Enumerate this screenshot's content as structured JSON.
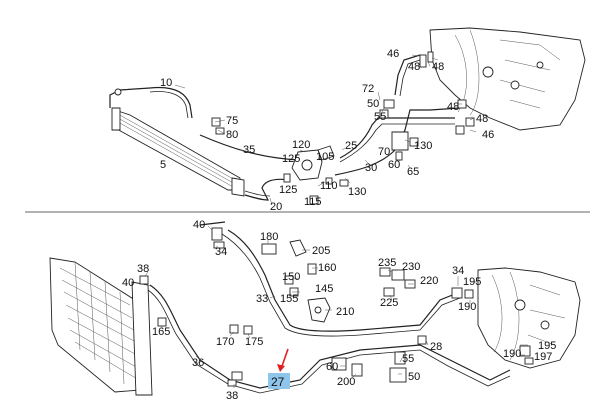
{
  "colors": {
    "highlight": "#8fc5ea",
    "arrow": "#e02020",
    "line": "#222222"
  },
  "top_labels": {
    "l10": "10",
    "l5": "5",
    "l75": "75",
    "l80": "80",
    "l35": "35",
    "l120": "120",
    "l125a": "125",
    "l105": "105",
    "l110": "110",
    "l125b": "125",
    "l115": "115",
    "l20": "20",
    "l130a": "130",
    "l25": "25",
    "l30": "30",
    "l72": "72",
    "l50": "50",
    "l55": "55",
    "l70": "70",
    "l60": "60",
    "l65": "65",
    "l130b": "130",
    "l46a": "46",
    "l48a": "48",
    "l48b": "48",
    "l48c": "48",
    "l48d": "48",
    "l46b": "46"
  },
  "bottom_labels": {
    "l40a": "40",
    "l34a": "34",
    "l180": "180",
    "l205": "205",
    "l160": "160",
    "l150": "150",
    "l145": "145",
    "l155": "155",
    "l33": "33",
    "l210": "210",
    "l235": "235",
    "l230": "230",
    "l220": "220",
    "l225": "225",
    "l34b": "34",
    "l195a": "195",
    "l190a": "190",
    "l38a": "38",
    "l40b": "40",
    "l165": "165",
    "l170": "170",
    "l175": "175",
    "l36": "36",
    "l38b": "38",
    "l27": "27",
    "l60": "60",
    "l200": "200",
    "l55": "55",
    "l50": "50",
    "l28": "28",
    "l195b": "195",
    "l190b": "190",
    "l197": "197"
  }
}
